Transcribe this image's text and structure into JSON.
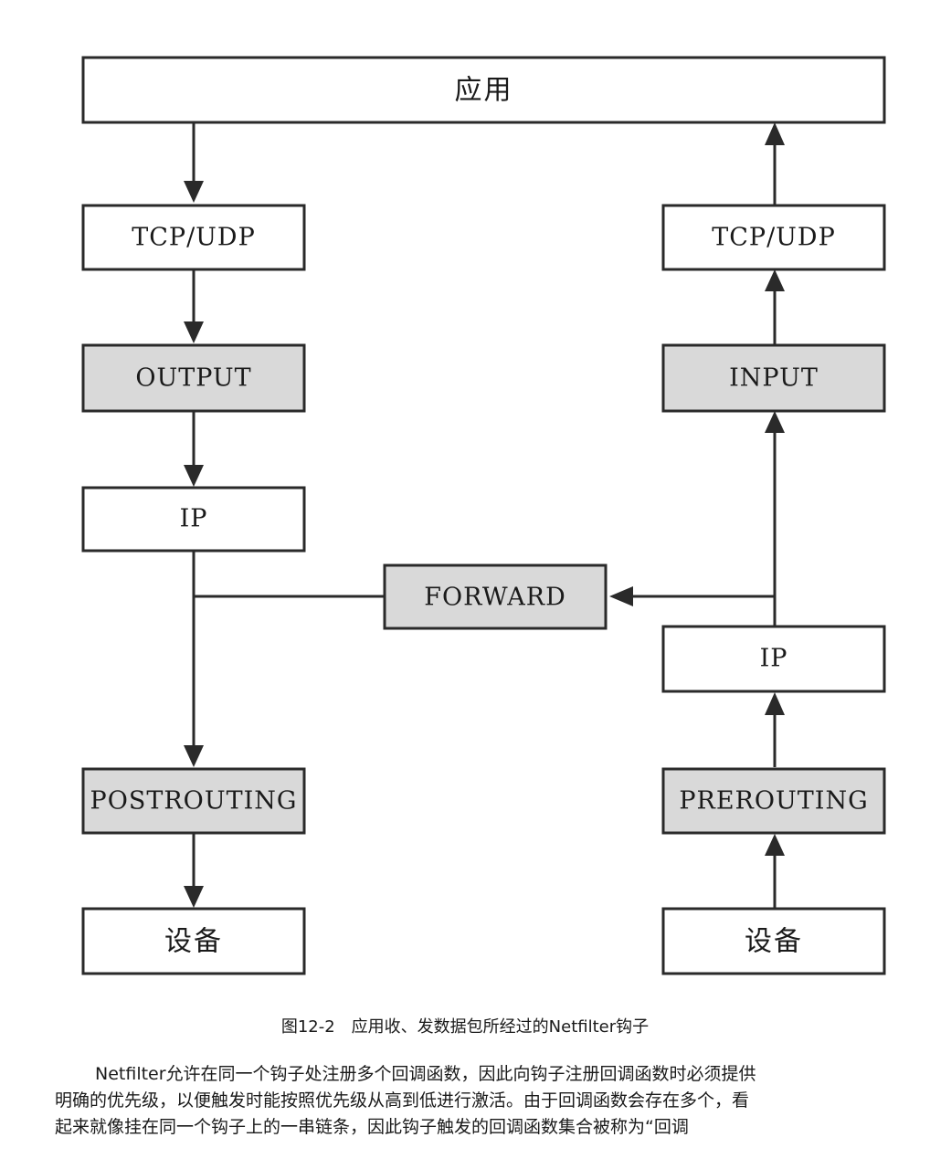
{
  "nodes": {
    "app": "应用",
    "left_tcpudp": "TCP/UDP",
    "output": "OUTPUT",
    "left_ip": "IP",
    "forward": "FORWARD",
    "postrouting": "POSTROUTING",
    "left_device": "设备",
    "right_tcpudp": "TCP/UDP",
    "input": "INPUT",
    "right_ip": "IP",
    "prerouting": "PREROUTING",
    "right_device": "设备"
  },
  "colors": {
    "hook_fill": "#d9d9d9",
    "plain_fill": "#ffffff",
    "stroke": "#2a2a2a"
  },
  "caption": "图12-2　应用收、发数据包所经过的Netfilter钩子",
  "paragraph": {
    "line1": "Netfilter允许在同一个钩子处注册多个回调函数，因此向钩子注册回调函数时必须提供",
    "line2": "明确的优先级，以便触发时能按照优先级从高到低进行激活。由于回调函数会存在多个，看",
    "line3": "起来就像挂在同一个钩子上的一串链条，因此钩子触发的回调函数集合被称为“回调"
  }
}
